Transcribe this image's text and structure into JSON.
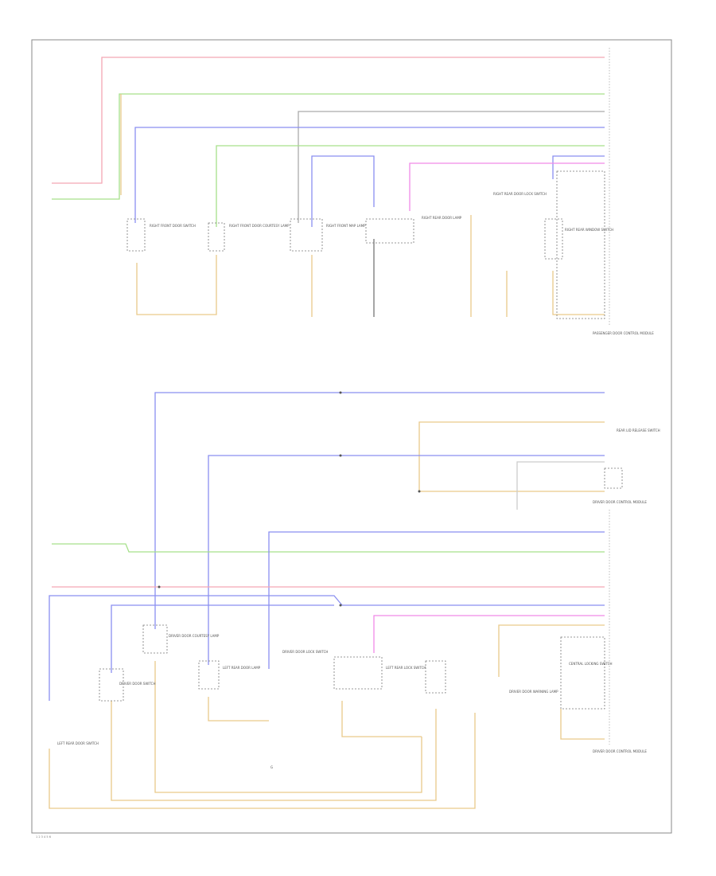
{
  "diagram": {
    "footer_code": "1 2 3 4 5 6",
    "corner_code": "",
    "colors": {
      "red": "#f4a6b4",
      "green": "#a6e08a",
      "blue": "#8a8ff0",
      "tan": "#e9c98a",
      "magenta": "#f08ae8",
      "gray": "#aaaaaa",
      "black": "#333333"
    },
    "top_section": {
      "components": [
        "RIGHT FRONT DOOR SWITCH",
        "RIGHT FRONT DOOR COURTESY LAMP",
        "RIGHT FRONT MAP LAMP",
        "RIGHT REAR DOOR LAMP",
        "RIGHT REAR DOOR LOCK SWITCH",
        "RIGHT REAR WINDOW SWITCH"
      ],
      "side_caption": "PASSENGER DOOR CONTROL MODULE"
    },
    "bottom_section": {
      "components": [
        "LEFT REAR DOOR SWITCH",
        "DRIVER DOOR SWITCH",
        "DRIVER DOOR COURTESY LAMP",
        "LEFT REAR DOOR LAMP",
        "DRIVER DOOR LOCK SWITCH",
        "LEFT REAR LOCK SWITCH",
        "DRIVER DOOR WARNING LAMP",
        "CENTRAL LOCKING SWITCH"
      ],
      "side_caption_top": "REAR LID RELEASE SWITCH",
      "side_caption_mid": "DRIVER DOOR CONTROL MODULE",
      "side_caption_bottom": "DRIVER DOOR CONTROL MODULE",
      "ground_label": "G"
    }
  }
}
